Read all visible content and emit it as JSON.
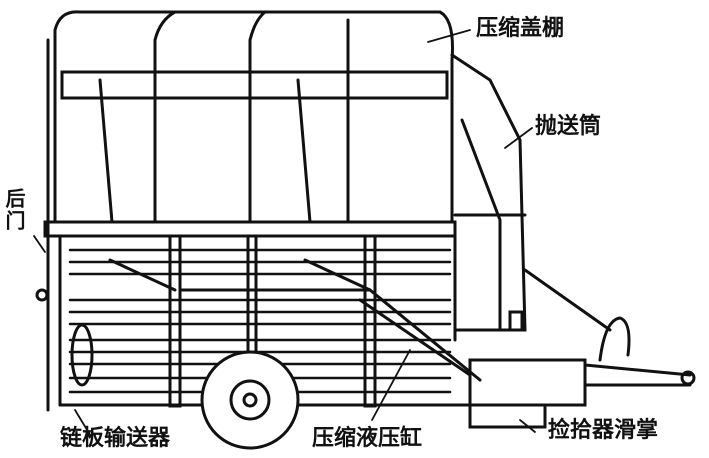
{
  "labels": {
    "compression_canopy": "压缩盖棚",
    "throwing_tube": "抛送筒",
    "rear_door": "后门",
    "chain_conveyor": "链板输送器",
    "compression_cylinder": "压缩液压缸",
    "pickup_skid": "捡拾器滑掌"
  },
  "colors": {
    "ink": "#111111",
    "paper": "#ffffff"
  }
}
